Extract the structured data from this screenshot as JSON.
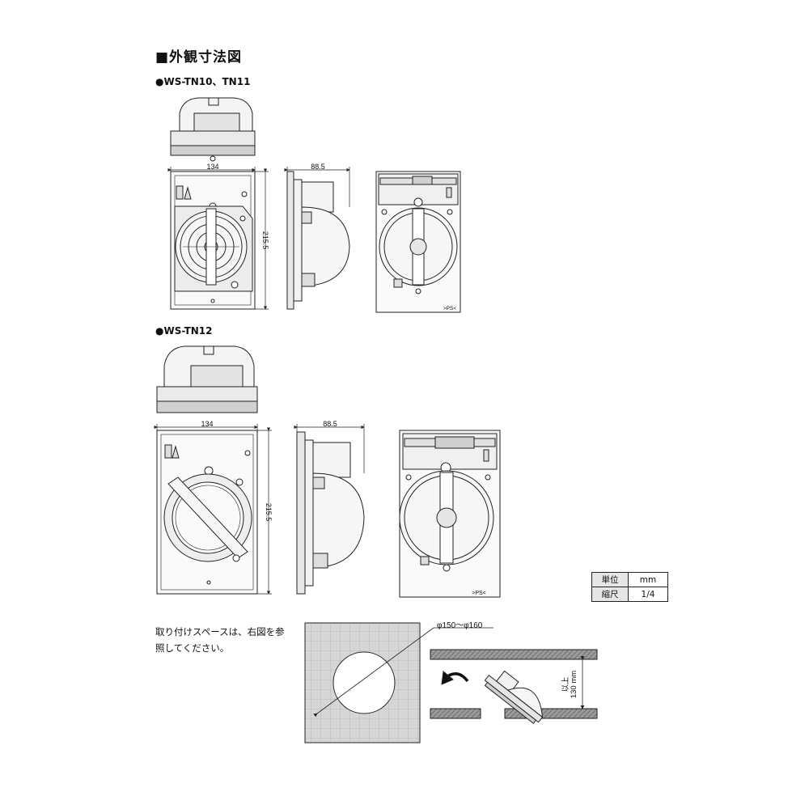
{
  "title": "■外観寸法図",
  "models": [
    {
      "label": "●WS-TN10、TN11",
      "dims": {
        "width": "134",
        "height": "215.5",
        "depth": "88.5"
      }
    },
    {
      "label": "●WS-TN12",
      "dims": {
        "width": "134",
        "height": "215.5",
        "depth": "88.5"
      }
    }
  ],
  "back_marks": [
    ">PS<",
    ">PS<"
  ],
  "unit_table": [
    {
      "key": "単位",
      "value": "mm"
    },
    {
      "key": "縮尺",
      "value": "1/4"
    }
  ],
  "install_note": "取り付けスペースは、右図を参照してください。",
  "install": {
    "hole_diameter": "φ150〜φ160",
    "clearance_value": "130 mm",
    "clearance_suffix": "以上"
  },
  "colors": {
    "line": "#222222",
    "fill_light": "#f2f2f2",
    "fill_mid": "#d9d9d9",
    "grid_bg": "#d6d6d6",
    "grid_line": "#b5b5b5"
  }
}
